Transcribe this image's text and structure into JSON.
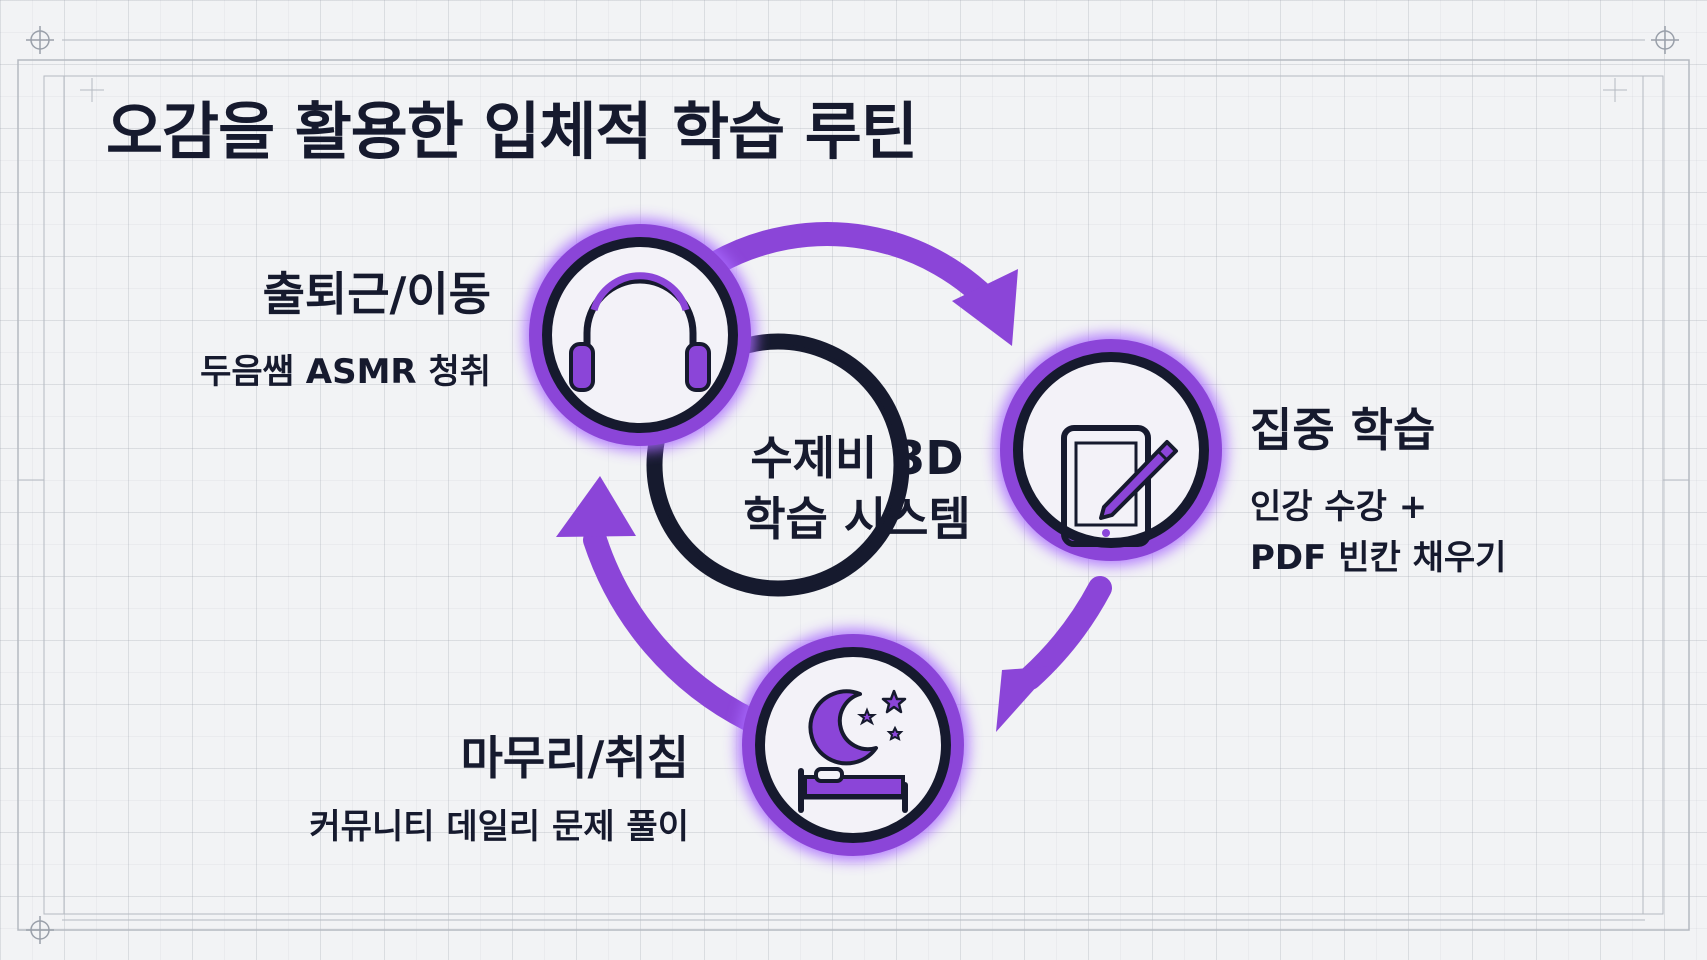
{
  "title": "오감을 활용한 입체적 학습 루틴",
  "hub": {
    "line1": "수제비 3D",
    "line2": "학습 시스템"
  },
  "stages": {
    "commute": {
      "title": "출퇴근/이동",
      "description": "두음쌤 ASMR 청취",
      "icon": "headphones-icon"
    },
    "focus": {
      "title": "집중 학습",
      "description_line1": "인강 수강 +",
      "description_line2": "PDF 빈칸 채우기",
      "icon": "tablet-pen-icon"
    },
    "night": {
      "title": "마무리/취침",
      "description": "커뮤니티 데일리 문제 풀이",
      "icon": "moon-bed-icon"
    }
  },
  "colors": {
    "accent": "#8b45d8",
    "dark": "#161a2e",
    "background": "#f2f3f5"
  }
}
